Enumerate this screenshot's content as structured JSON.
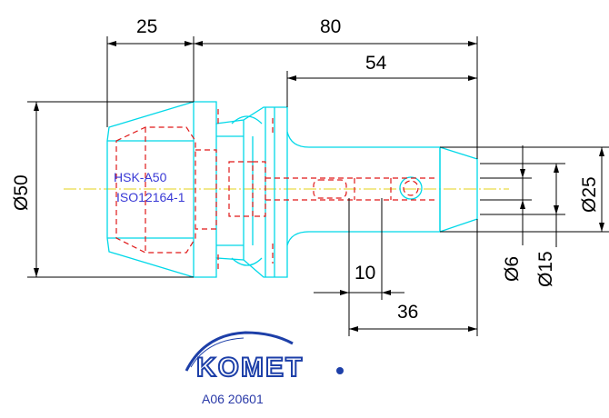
{
  "dimensions": {
    "d25_top": "25",
    "d80": "80",
    "d54": "54",
    "dia50": "Ø50",
    "d10": "10",
    "d36": "36",
    "dia6": "Ø6",
    "dia15": "Ø15",
    "dia25": "Ø25"
  },
  "labels": {
    "interface": "HSK-A50",
    "standard": "ISO12164-1"
  },
  "brand": {
    "name": "KOMET",
    "part_number": "A06 20601"
  },
  "colors": {
    "outline": "#00d8e8",
    "hidden": "#e01818",
    "dimension": "#000000",
    "centerline": "#e6d21a",
    "brand": "#1d3fa8"
  }
}
